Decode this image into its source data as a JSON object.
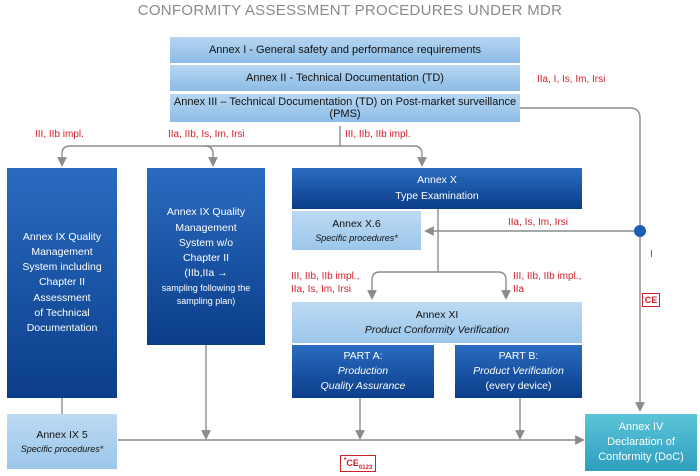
{
  "title": "CONFORMITY ASSESSMENT PROCEDURES UNDER MDR",
  "annex_1": "Annex I - General safety and performance requirements",
  "annex_2": "Annex II - Technical Documentation (TD)",
  "annex_3": "Annex III – Technical Documentation (TD) on Post-market surveillance (PMS)",
  "classes_top_right": "IIa, I, Is, Im, Irsi",
  "branch_labels": {
    "left": "III, IIb impl.",
    "middle": "IIa, IIb, Is, Im, Irsi",
    "right": "III, IIb, IIb impl."
  },
  "annex_9a": {
    "lines": [
      "Annex IX Quality",
      "Management",
      "System including",
      "Chapter II",
      "Assessment",
      "of Technical",
      "Documentation"
    ]
  },
  "annex_9b": {
    "lines": [
      "Annex IX Quality",
      "Management",
      "System w/o",
      "Chapter II",
      "(IIb,IIa →"
    ],
    "small_lines": [
      "sampling following the",
      "sampling plan)"
    ]
  },
  "annex_10": {
    "line1": "Annex X",
    "line2": "Type Examination"
  },
  "annex_10_6": {
    "line1": "Annex X.6",
    "line2": "Specific procedures*"
  },
  "classes_to_x6": "IIa, Is, Im, Irsi",
  "class_i_label": "I",
  "ce_mark": "CE",
  "annex_11_labels": {
    "left": [
      "III, IIb, IIb impl.,",
      "IIa, Is, Im, Irsi"
    ],
    "right": [
      "III, IIb, IIb impl.,",
      "IIa"
    ]
  },
  "annex_11": {
    "line1": "Annex XI",
    "line2": "Product Conformity Verification"
  },
  "part_a": {
    "line1": "PART A:",
    "line2": "Production",
    "line3": "Quality Assurance"
  },
  "part_b": {
    "line1": "PART B:",
    "line2": "Product Verification",
    "line3": "(every device)"
  },
  "annex_9_5": {
    "line1": "Annex IX 5",
    "line2": "Specific procedures*"
  },
  "ce_nb": {
    "prefix": "*",
    "mark": "CE",
    "number": "0123"
  },
  "annex_4": {
    "line1": "Annex IV",
    "line2": "Declaration of",
    "line3": "Conformity (DoC)"
  },
  "colors": {
    "dark_blue": "#0b3e8a",
    "light_blue": "#a8cdee",
    "teal": "#3aaac8",
    "red": "#d0202a",
    "arrow_gray": "#8c8c8c"
  }
}
